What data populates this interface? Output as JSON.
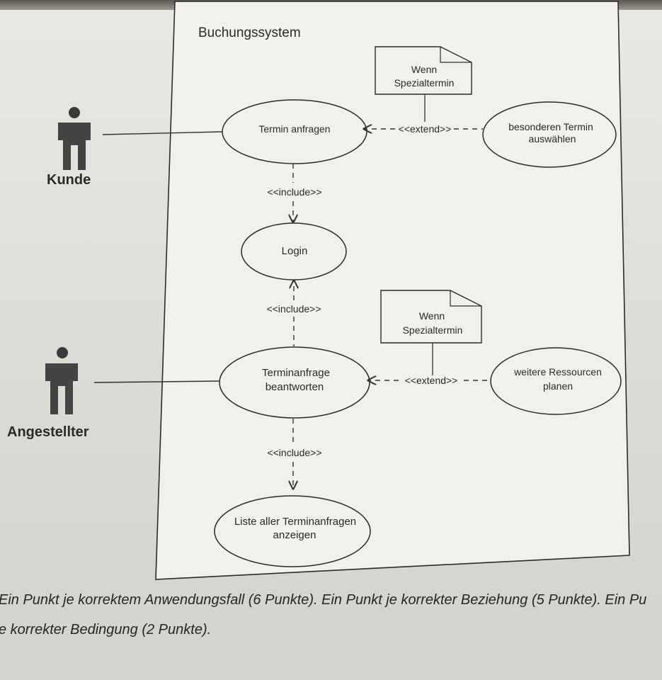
{
  "system": {
    "title": "Buchungssystem"
  },
  "actors": [
    {
      "id": "kunde",
      "label": "Kunde"
    },
    {
      "id": "angestellter",
      "label": "Angestellter"
    }
  ],
  "use_cases": [
    {
      "id": "termin_anfragen",
      "lines": [
        "Termin anfragen"
      ]
    },
    {
      "id": "besonderen_termin",
      "lines": [
        "besonderen Termin",
        "auswählen"
      ]
    },
    {
      "id": "login",
      "lines": [
        "Login"
      ]
    },
    {
      "id": "terminanfrage_beantworten",
      "lines": [
        "Terminanfrage",
        "beantworten"
      ]
    },
    {
      "id": "weitere_ressourcen",
      "lines": [
        "weitere Ressourcen",
        "planen"
      ]
    },
    {
      "id": "liste_anzeigen",
      "lines": [
        "Liste aller Terminanfragen",
        "anzeigen"
      ]
    }
  ],
  "notes": [
    {
      "id": "note1",
      "lines": [
        "Wenn",
        "Spezialtermin"
      ]
    },
    {
      "id": "note2",
      "lines": [
        "Wenn",
        "Spezialtermin"
      ]
    }
  ],
  "relations": [
    {
      "id": "include1",
      "label": "<<include>>"
    },
    {
      "id": "include2",
      "label": "<<include>>"
    },
    {
      "id": "include3",
      "label": "<<include>>"
    },
    {
      "id": "extend1",
      "label": "<<extend>>"
    },
    {
      "id": "extend2",
      "label": "<<extend>>"
    }
  ],
  "caption": {
    "line1": "Ein Punkt je korrektem Anwendungsfall (6 Punkte). Ein Punkt je korrekter Beziehung (5 Punkte). Ein Pu",
    "line2": "e korrekter Bedingung (2 Punkte)."
  }
}
